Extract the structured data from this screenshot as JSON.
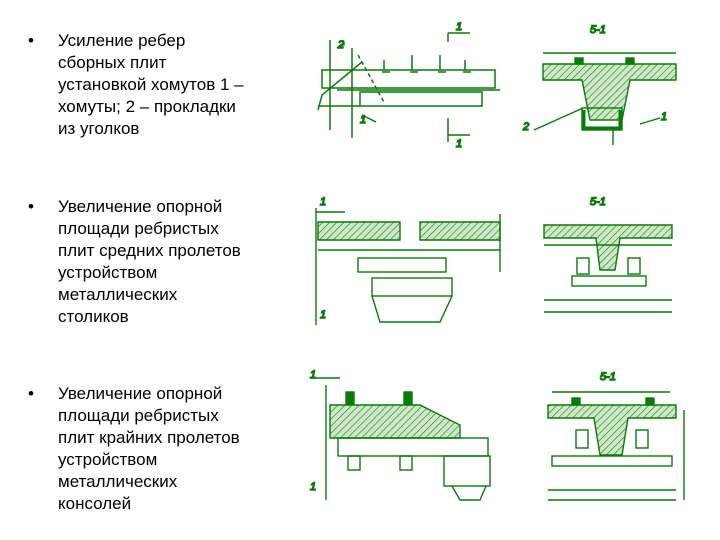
{
  "bullets": [
    {
      "symbol": "•",
      "text": "Усиление ребер\nсборных плит\nустановкой хомутов 1 –\nхомуты; 2 – прокладки\nиз уголков"
    },
    {
      "symbol": "•",
      "text": "Увеличение опорной\nплощади ребристых\nплит средних пролетов\nустройством\nметаллических\nстоликов"
    },
    {
      "symbol": "•",
      "text": "Увеличение опорной\nплощади ребристых\nплит крайних пролетов\nустройством\nметаллических\nконсолей"
    }
  ],
  "figure_labels": {
    "label_1": "1",
    "label_2": "2",
    "section": "5-1"
  },
  "colors": {
    "line": "#0a7a0a",
    "hatch": "#2e8b2e",
    "text": "#000000"
  }
}
